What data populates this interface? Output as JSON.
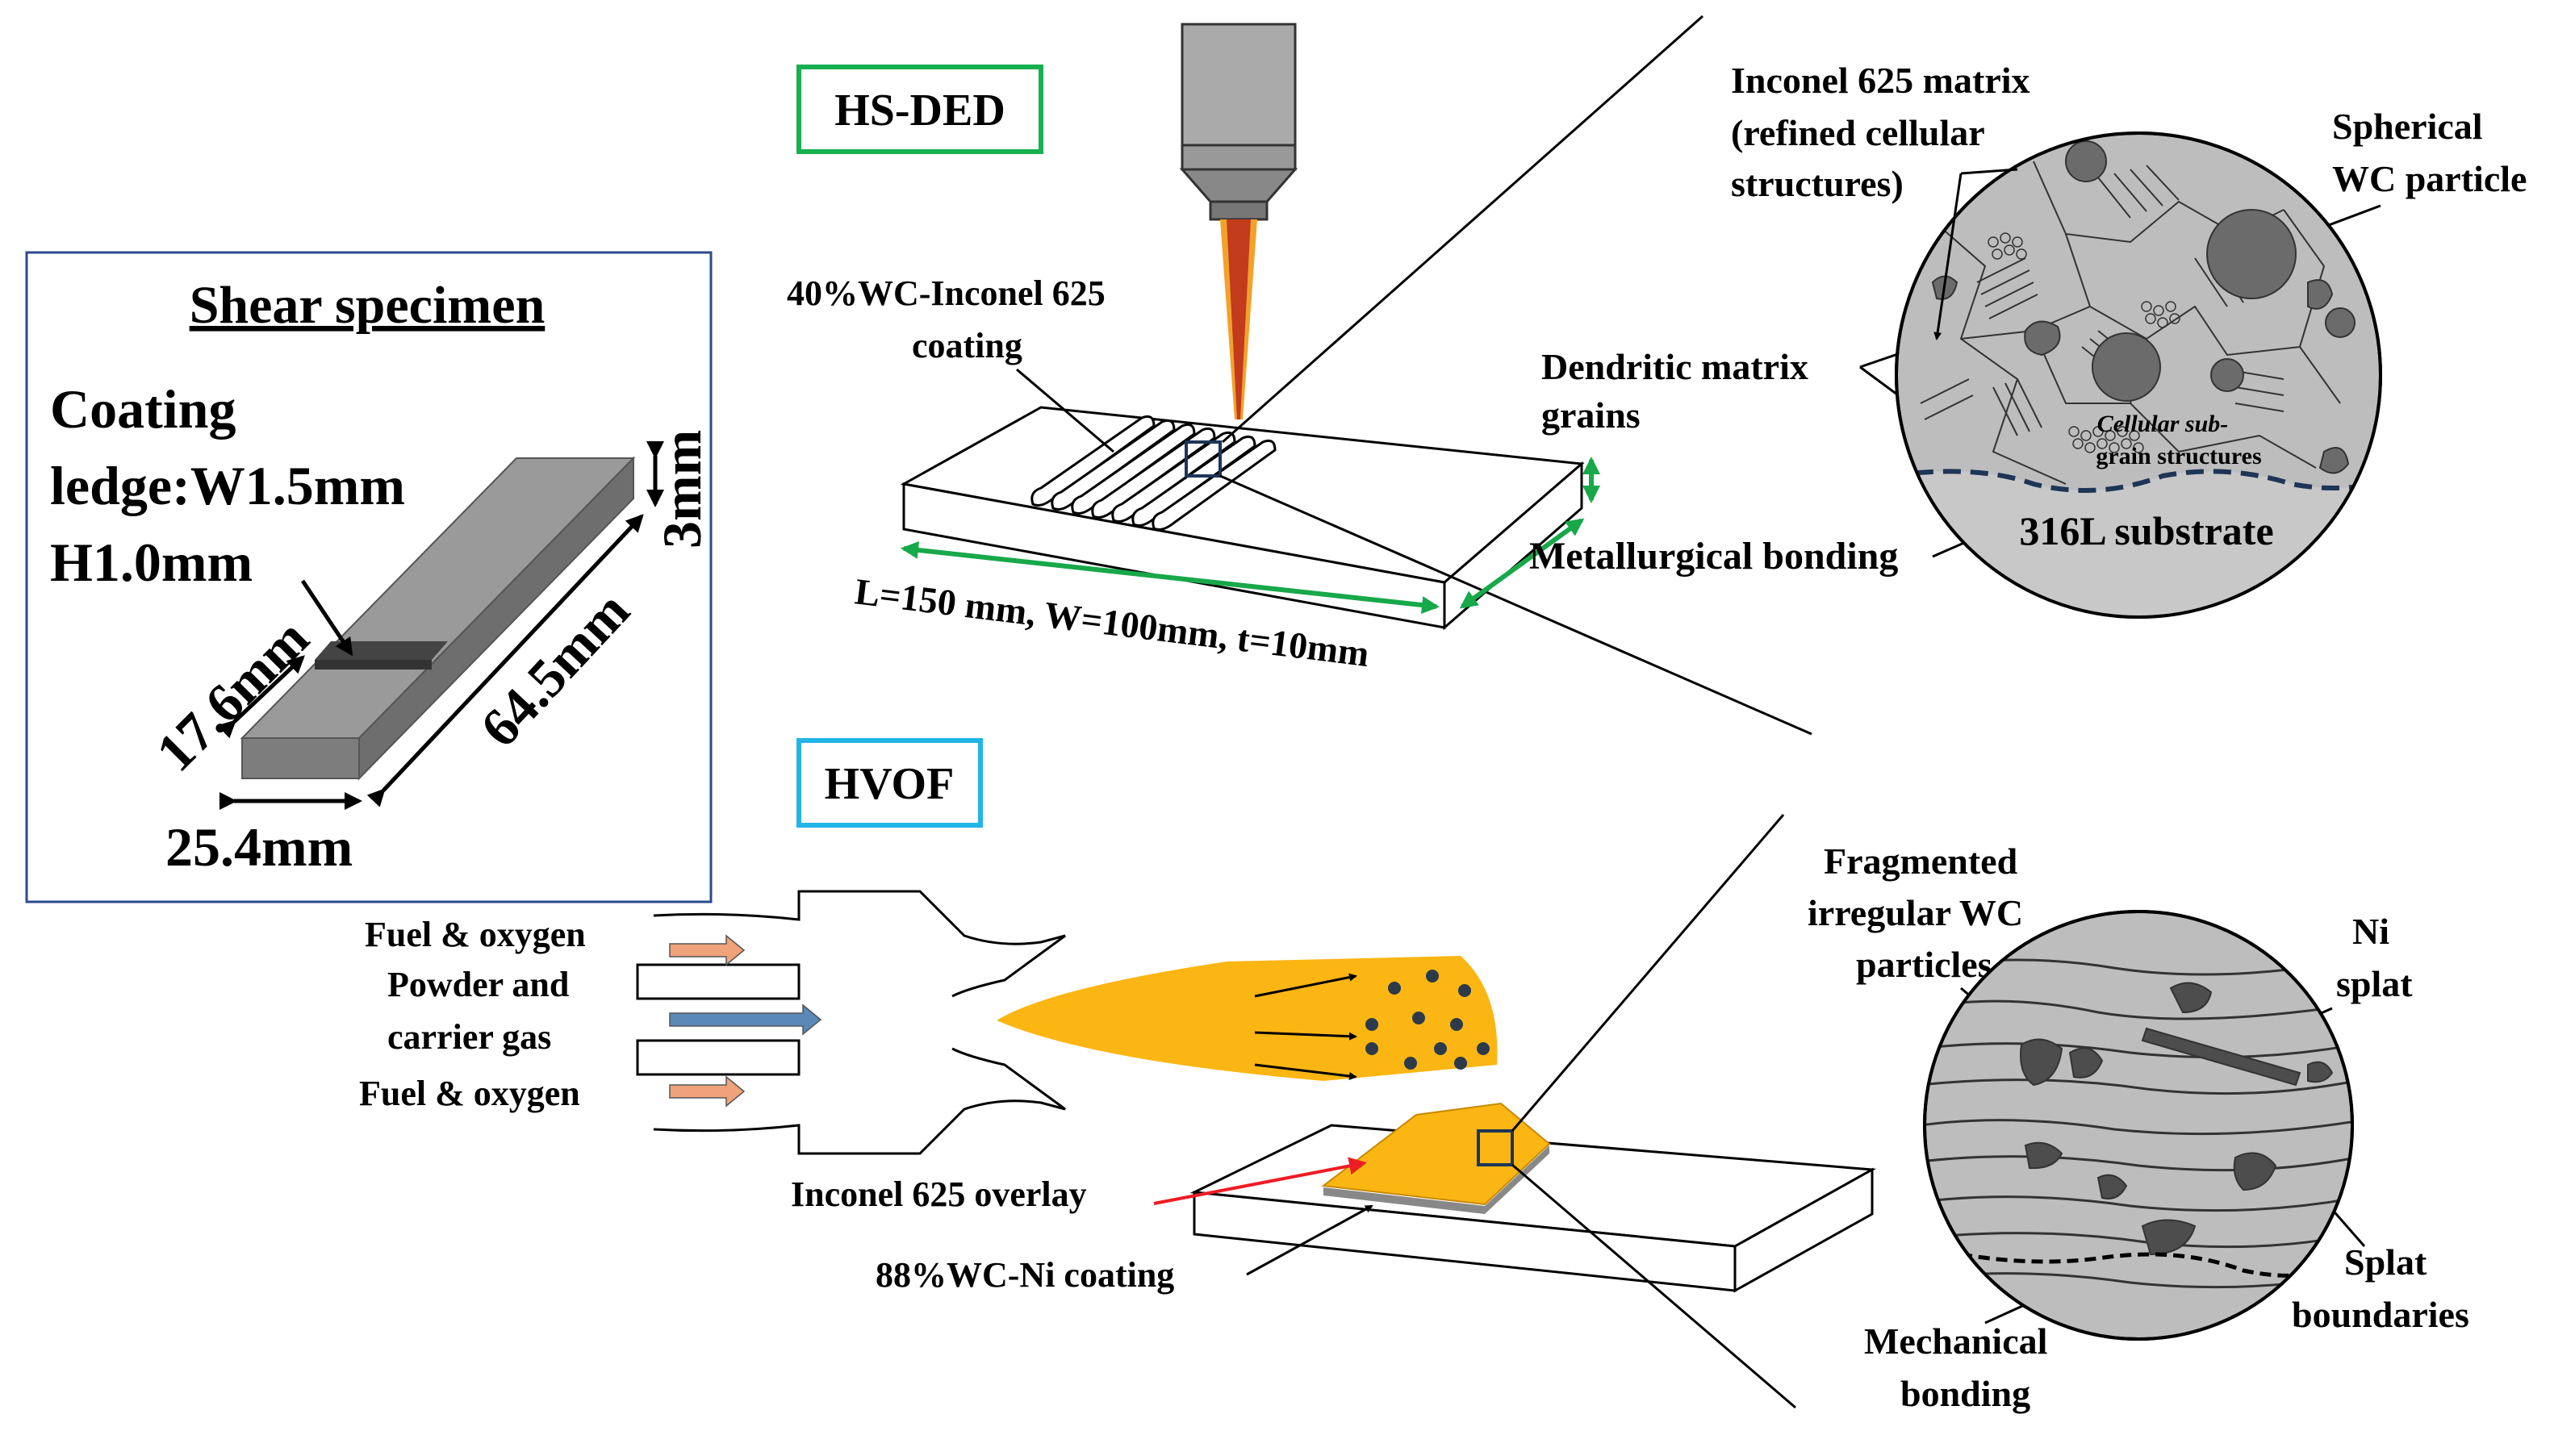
{
  "colors": {
    "hsded_box": "#17b050",
    "hvof_box": "#21b5e6",
    "specimen_box": "#2c4a8c",
    "coating_gold": "#fbb613",
    "dim_green": "#17a84a",
    "red_arrow": "#ee1c24",
    "specimen_gray": "#8c8c8c",
    "micro_fill": "#bdbdbd",
    "wc_particle": "#6b6b6b"
  },
  "icons": [
    "nozzle-icon",
    "laser-beam",
    "hvof-gun-icon",
    "spray-plume",
    "microstructure-circle"
  ],
  "shear_specimen": {
    "title": "Shear specimen",
    "coating_line1": "Coating",
    "coating_line2": "ledge:W1.5mm",
    "coating_line3": "H1.0mm",
    "dim_width": "17.6mm",
    "dim_length": "64.5mm",
    "dim_height": "3mm",
    "dim_base": "25.4mm"
  },
  "hsded": {
    "label": "HS-DED",
    "coating_line1": "40%WC-Inconel 625",
    "coating_line2": "coating",
    "plate_dims": "L=150 mm, W=100mm, t=10mm",
    "bonding": "Metallurgical bonding",
    "dendritic_line1": "Dendritic matrix",
    "dendritic_line2": "grains",
    "matrix_line1": "Inconel 625 matrix",
    "matrix_line2": "(refined cellular",
    "matrix_line3": "structures)",
    "spherical_line1": "Spherical",
    "spherical_line2": "WC particle",
    "cellular_line1": "Cellular sub-",
    "cellular_line2": "grain structures",
    "substrate": "316L substrate"
  },
  "hvof": {
    "label": "HVOF",
    "fuel_top": "Fuel & oxygen",
    "powder_line1": "Powder and",
    "powder_line2": "carrier gas",
    "fuel_bottom": "Fuel & oxygen",
    "overlay": "Inconel 625 overlay",
    "coating": "88%WC-Ni coating",
    "fragmented_line1": "Fragmented",
    "fragmented_line2": "irregular WC",
    "fragmented_line3": "particles",
    "ni_line1": "Ni",
    "ni_line2": "splat",
    "splat_line1": "Splat",
    "splat_line2": "boundaries",
    "mech_line1": "Mechanical",
    "mech_line2": "bonding"
  }
}
